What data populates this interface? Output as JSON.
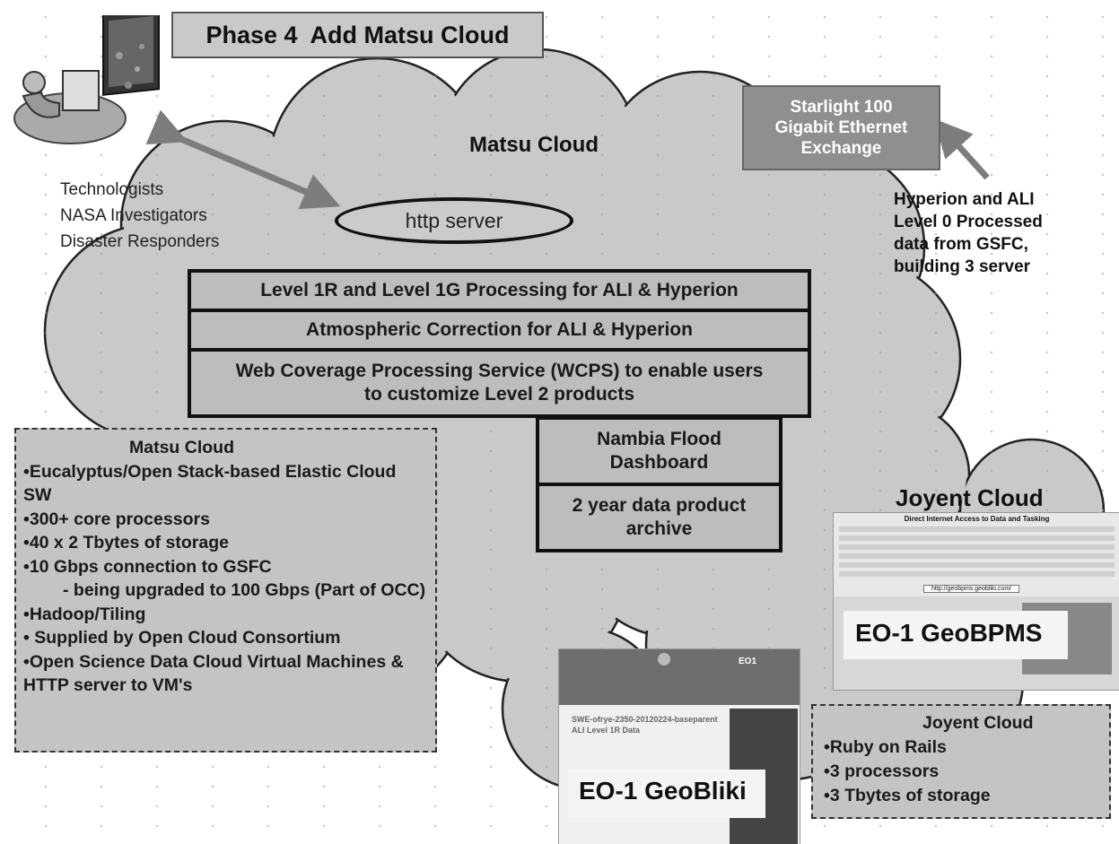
{
  "title": "Phase 4  Add Matsu Cloud",
  "matsu_cloud_label": "Matsu Cloud",
  "users": [
    "Technologists",
    "NASA Investigators",
    "Disaster Responders"
  ],
  "http_server": "http server",
  "starlight": [
    "Starlight 100",
    "Gigabit Ethernet",
    "Exchange"
  ],
  "hyperion_note": [
    "Hyperion and ALI",
    "Level 0 Processed",
    "data from GSFC,",
    "building 3 server"
  ],
  "processing": [
    "Level 1R and Level 1G Processing for ALI & Hyperion",
    "Atmospheric Correction for ALI & Hyperion",
    "Web Coverage Processing Service (WCPS) to enable users to customize Level 2 products"
  ],
  "nambia": "Nambia Flood Dashboard",
  "archive": "2 year data product archive",
  "matsu_info": {
    "heading": "Matsu Cloud",
    "items": [
      "•Eucalyptus/Open Stack-based Elastic Cloud SW",
      "•300+ core processors",
      "•40 x 2  Tbytes of storage",
      "•10 Gbps connection to GSFC",
      "- being upgraded to 100 Gbps (Part of OCC)",
      "•Hadoop/Tiling",
      "• Supplied by Open Cloud Consortium",
      "•Open Science Data Cloud Virtual Machines & HTTP server to VM's"
    ]
  },
  "joyent_cloud_label": "Joyent Cloud",
  "joyent_info": {
    "heading": "Joyent Cloud",
    "items": [
      "•Ruby on Rails",
      "•3 processors",
      "•3  Tbytes of storage"
    ]
  },
  "geobpms": {
    "label": "EO-1 GeoBPMS",
    "header": "Direct Internet Access to Data and Tasking",
    "url": "http://geobpms.geobliki.com/"
  },
  "geobliki": {
    "label": "EO-1 GeoBliki",
    "header": "EO1",
    "post_title": "SWE-ofrye-2350-20120224-baseparent ALI Level 1R Data"
  },
  "colors": {
    "cloud": "#c9c9c9",
    "box": "#bdbdbd",
    "starlight": "#8f8f8f",
    "arrow": "#7d7d7d"
  }
}
